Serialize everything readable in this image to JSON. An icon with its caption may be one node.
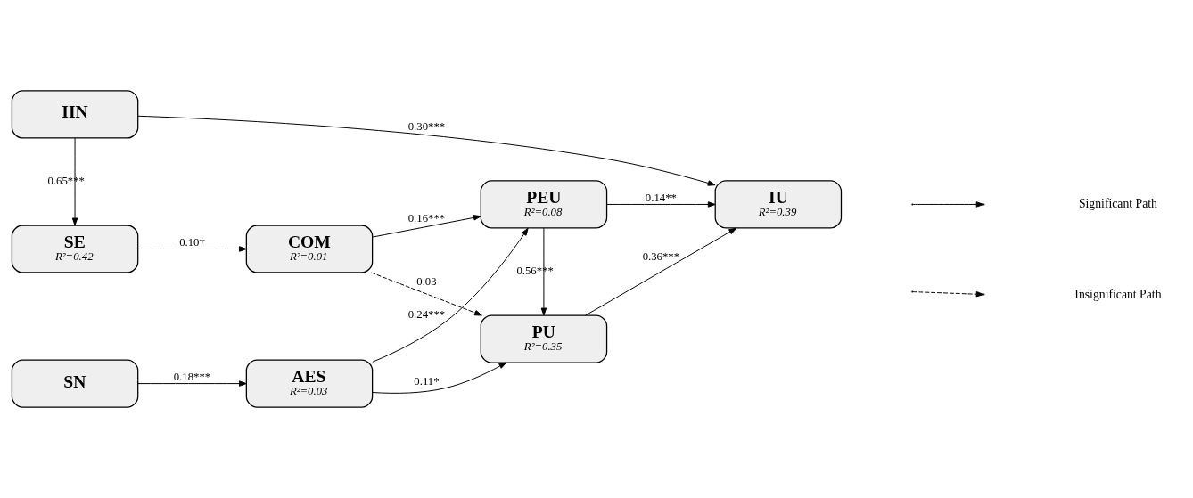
{
  "diagram": {
    "nodes": [
      {
        "text": [
          "IIN"
        ]
      },
      {
        "text": [
          "SE",
          "R²=0.42"
        ]
      },
      {
        "text": [
          "COM",
          "R²=0.01"
        ]
      },
      {
        "text": [
          "PU",
          "R²=0.35"
        ]
      },
      {
        "text": [
          "SN"
        ]
      },
      {
        "text": [
          "AES",
          "R²=0.03"
        ]
      },
      {
        "text": [
          "PEU",
          "R²=0.08"
        ]
      },
      {
        "text": [
          "IU",
          "R²=0.39"
        ]
      }
    ],
    "edges": [
      {
        "from": 0,
        "to": 1,
        "arrow": "to",
        "label": "0.65***"
      },
      {
        "from": 0,
        "to": 7,
        "arrow": "to",
        "label": "0.30***"
      },
      {
        "from": 1,
        "to": 2,
        "arrow": "to",
        "label": "0.10†"
      },
      {
        "from": 2,
        "to": 3,
        "arrow": "to",
        "label": "0.03",
        "style": "dashed"
      },
      {
        "from": 2,
        "to": 6,
        "arrow": "to",
        "label": "0.16***"
      },
      {
        "from": 4,
        "to": 5,
        "arrow": "to",
        "label": "0.18***"
      },
      {
        "from": 5,
        "to": 3,
        "arrow": "to",
        "label": "0.11*"
      },
      {
        "from": 5,
        "to": 6,
        "arrow": "to",
        "label": "0.24***"
      },
      {
        "from": 6,
        "to": 3,
        "arrow": "to",
        "label": "0.56***"
      },
      {
        "from": 3,
        "to": 7,
        "arrow": "to",
        "label": "0.36***"
      },
      {
        "from": 6,
        "to": 7,
        "arrow": "to",
        "label": "0.14**"
      }
    ],
    "legend": [
      {
        "text": "Significant Path"
      },
      {
        "text": "Insignificant Path"
      }
    ]
  }
}
